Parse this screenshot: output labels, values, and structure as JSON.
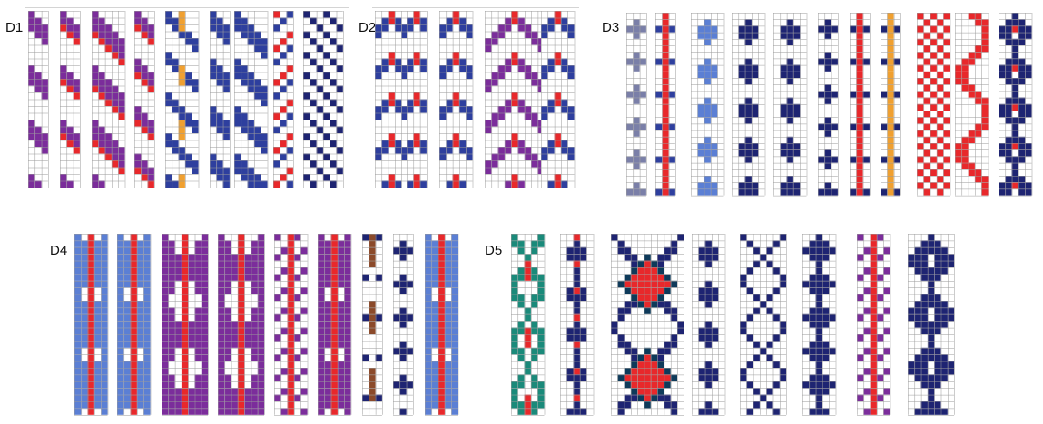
{
  "groups": [
    {
      "id": "D1",
      "label": "D1",
      "pattern_count": 9
    },
    {
      "id": "D2",
      "label": "D2",
      "pattern_count": 6
    },
    {
      "id": "D3",
      "label": "D3",
      "pattern_count": 11
    },
    {
      "id": "D4",
      "label": "D4",
      "pattern_count": 9
    },
    {
      "id": "D5",
      "label": "D5",
      "pattern_count": 8
    }
  ],
  "colors": {
    "grid": "#9a9a9a",
    "purple": "#7b2d9b",
    "red": "#e8282b",
    "blue": "#2e3f9e",
    "navy": "#1e2472",
    "orange": "#f0a030",
    "lightblue": "#5b7fd4",
    "gray": "#7a7fa8",
    "teal": "#1a8a7a",
    "brown": "#8b4a2a",
    "darkteal": "#0e3a5a"
  }
}
